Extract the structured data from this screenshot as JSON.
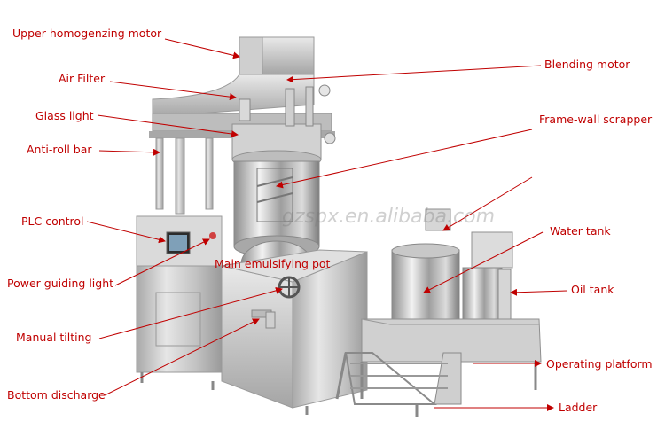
{
  "labels": {
    "upper_motor": "Upper homogenzing motor",
    "air_filter": "Air Filter",
    "glass_light": "Glass  light",
    "anti_roll_bar": "Anti-roll bar",
    "plc_control": "PLC control",
    "power_light": "Power guiding light",
    "manual_tilting": "Manual tilting",
    "bottom_discharge": "Bottom discharge",
    "blending_motor": "Blending motor",
    "frame_wall_scrapper": "Frame-wall scrapper",
    "water_tank": "Water tank",
    "oil_tank": "Oil tank",
    "operating_platform": "Operating platform",
    "ladder": "Ladder",
    "main_pot": "Main emulsifying pot"
  },
  "watermark": "gzspx.en.alibaba.com",
  "colors": {
    "label": "#c00000",
    "steel_light": "#d8d8d8",
    "steel_mid": "#b5b5b5",
    "steel_dark": "#8a8a8a",
    "arrow": "#c00000"
  }
}
